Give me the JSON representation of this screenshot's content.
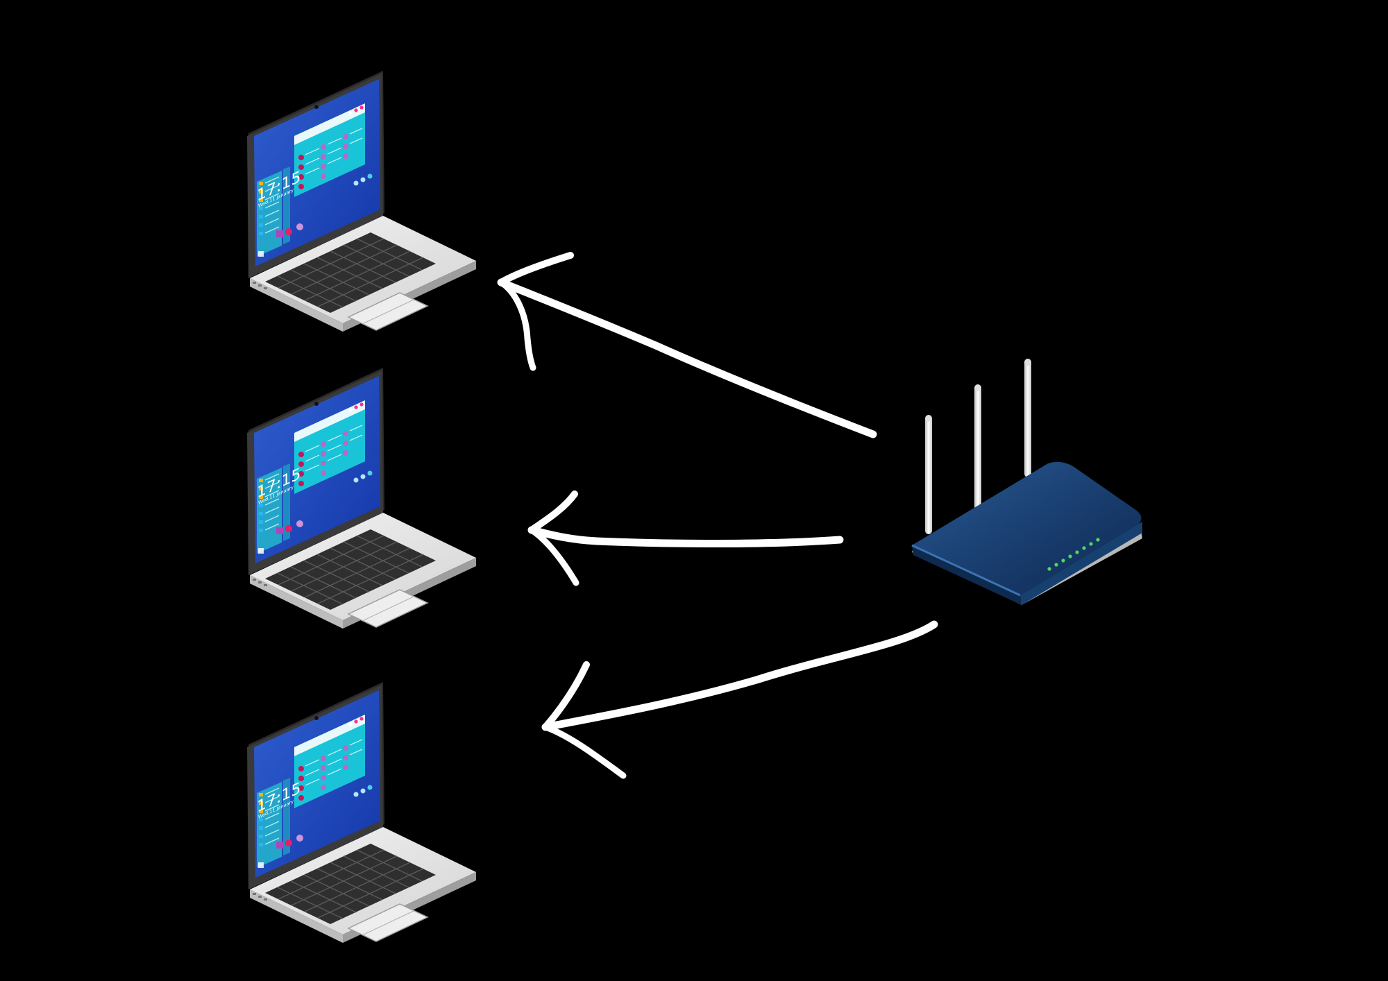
{
  "diagram": {
    "background_color": "#000000",
    "arrow_color": "#ffffff",
    "devices": [
      {
        "kind": "laptop",
        "screen": {
          "time": "17:15",
          "date": "Wed,11 January"
        }
      },
      {
        "kind": "laptop",
        "screen": {
          "time": "17:15",
          "date": "Wed,11 January"
        }
      },
      {
        "kind": "laptop",
        "screen": {
          "time": "17:15",
          "date": "Wed,11 January"
        }
      },
      {
        "kind": "router",
        "antennas": 3,
        "status_leds": 8,
        "led_color": "#4cd964",
        "body_color": "#1b3f6e"
      }
    ],
    "connections": [
      {
        "from": "router",
        "to": "laptop-1"
      },
      {
        "from": "router",
        "to": "laptop-2"
      },
      {
        "from": "router",
        "to": "laptop-3"
      }
    ]
  }
}
